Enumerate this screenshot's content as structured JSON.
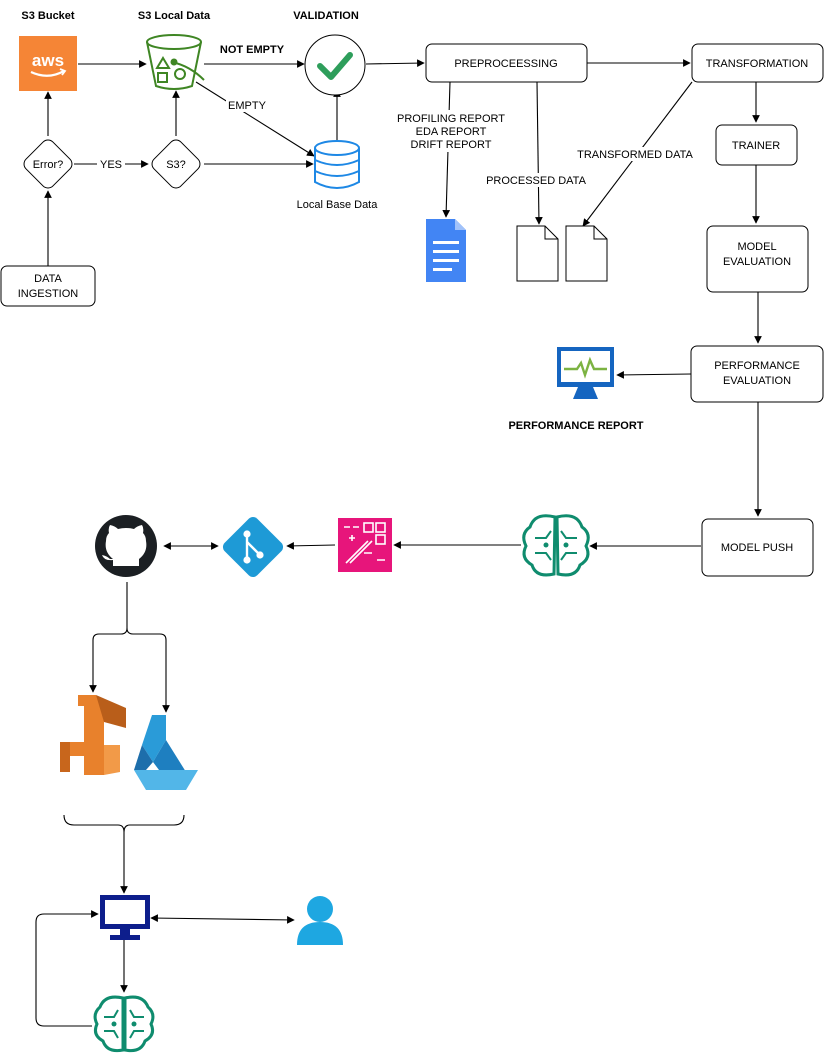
{
  "headers": {
    "s3_bucket": "S3 Bucket",
    "s3_local_data": "S3 Local Data",
    "validation": "VALIDATION"
  },
  "nodes": {
    "data_ingestion": [
      "DATA",
      "INGESTION"
    ],
    "error_decision": "Error?",
    "s3_decision": "S3?",
    "local_base_data": "Local Base Data",
    "preprocessing": "PREPROCEESSING",
    "transformation": "TRANSFORMATION",
    "trainer": "TRAINER",
    "model_evaluation": [
      "MODEL",
      "EVALUATION"
    ],
    "performance_evaluation": [
      "PERFORMANCE",
      "EVALUATION"
    ],
    "model_push": "MODEL PUSH",
    "performance_report": "PERFORMANCE REPORT"
  },
  "edge_labels": {
    "not_empty": "NOT EMPTY",
    "empty": "EMPTY",
    "yes": "YES",
    "reports": [
      "PROFILING REPORT",
      "EDA REPORT",
      "DRIFT REPORT"
    ],
    "processed_data": "PROCESSED DATA",
    "transformed_data": "TRANSFORMED DATA"
  },
  "icons": {
    "aws": "aws",
    "colors": {
      "aws_orange": "#F58536",
      "s3_green": "#3F8624",
      "validation_green": "#2E9E5B",
      "db_blue": "#1E88E5",
      "doc_blue": "#4285F4",
      "monitor_blue": "#1565C0",
      "pulse_green": "#7CB342",
      "ml_teal": "#0F8C6E",
      "wizard_pink": "#E7157B",
      "git_blue": "#1E9AD6",
      "github_black": "#1B1F23",
      "lambda_orange": "#E8812C",
      "azure_ml_blue": "#2A9BD8",
      "pc_navy": "#0D1E8C",
      "user_blue": "#1EA7E1"
    }
  }
}
